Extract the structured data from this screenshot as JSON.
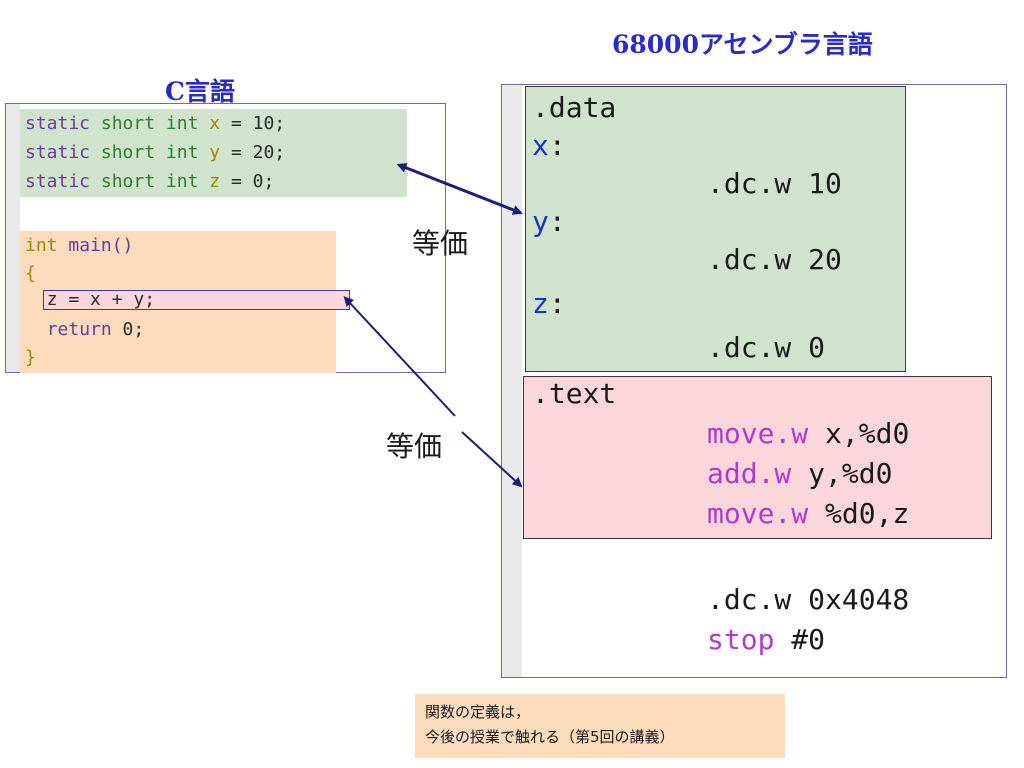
{
  "titles": {
    "c": "C言語",
    "asm": "68000アセンブラ言語"
  },
  "c_code": {
    "lines": [
      {
        "static": "static",
        "short": "short",
        "int": "int",
        "var": "x",
        "rest": " = 10;"
      },
      {
        "static": "static",
        "short": "short",
        "int": "int",
        "var": "y",
        "rest": " = 20;"
      },
      {
        "static": "static",
        "short": "short",
        "int": "int",
        "var": "z",
        "rest": " = 0;"
      }
    ],
    "main_int": "int",
    "main_sig": " main()",
    "open_brace": "{",
    "assign": "  z = x + y;",
    "return_kw": "return",
    "return_rest": " 0;",
    "close_brace": "}"
  },
  "asm_code": {
    "data_directive": ".data",
    "x_label": "x",
    "y_label": "y",
    "z_label": "z",
    "colon": ":",
    "dc_x": ".dc.w 10",
    "dc_y": ".dc.w 20",
    "dc_z": ".dc.w 0",
    "text_directive": ".text",
    "move1_op": "move.w",
    "move1_args": " x,%d0",
    "add_op": "add.w",
    "add_args": " y,%d0",
    "move2_op": "move.w",
    "move2_args": " %d0,z",
    "dc_end": ".dc.w 0x4048",
    "stop_op": "stop",
    "stop_args": " #0"
  },
  "labels": {
    "equiv_1": "等価",
    "equiv_2": "等価"
  },
  "note": {
    "line1": "関数の定義は，",
    "line2": "今後の授業で触れる（第5回の講義）"
  },
  "colors": {
    "title": "#2a2ac8",
    "data_block": "#cfe3cd",
    "text_block": "#fbd7db",
    "func_block": "#fddbbd",
    "arrow": "#1e1e7a",
    "asm_label": "#1c2fd0",
    "asm_instr": "#b23ad0"
  }
}
